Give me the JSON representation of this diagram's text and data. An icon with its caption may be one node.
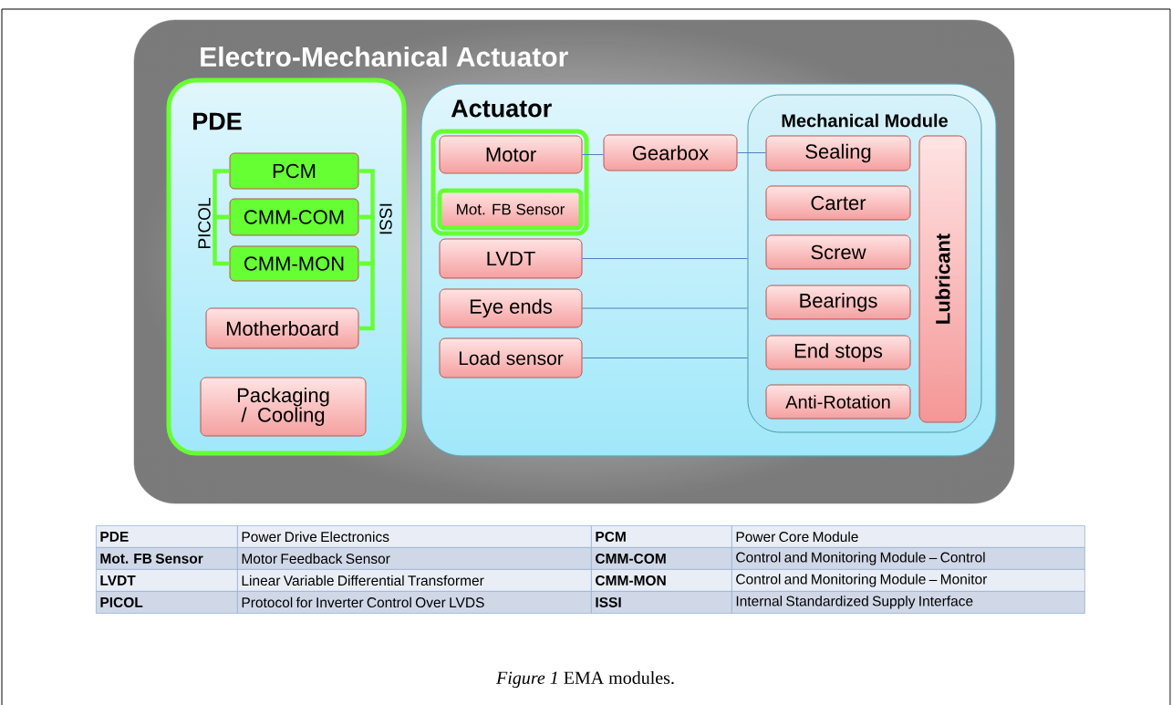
{
  "diagram": {
    "caption": "*Figure 1* EMA modules.",
    "nodes": [
      {
        "text": [
          "Electro-Mechanical Actuator"
        ]
      },
      {
        "text": [
          "PDE"
        ],
        "in": 0
      },
      {
        "text": [
          "PCM"
        ],
        "in": 1
      },
      {
        "text": [
          "CMM-COM"
        ],
        "in": 1
      },
      {
        "text": [
          "CMM-MON"
        ],
        "in": 1
      },
      {
        "text": [
          "Motherboard"
        ],
        "in": 1
      },
      {
        "text": [
          "Packaging / Cooling"
        ],
        "in": 1
      },
      {
        "text": [
          "Actuator"
        ],
        "in": 0
      },
      {
        "text": [],
        "shape": "box",
        "in": 7
      },
      {
        "text": [
          "Motor"
        ],
        "in": 8
      },
      {
        "text": [
          "Mot. FB Sensor"
        ],
        "in": 8
      },
      {
        "text": [
          "LVDT"
        ],
        "in": 7
      },
      {
        "text": [
          "Eye ends"
        ],
        "in": 7
      },
      {
        "text": [
          "Load sensor"
        ],
        "in": 7
      },
      {
        "text": [
          "Gearbox"
        ],
        "in": 7
      },
      {
        "text": [
          "Mechanical Module"
        ],
        "in": 7
      },
      {
        "text": [
          "Sealing"
        ],
        "in": 15
      },
      {
        "text": [
          "Carter"
        ],
        "in": 15
      },
      {
        "text": [
          "Screw"
        ],
        "in": 15
      },
      {
        "text": [
          "Bearings"
        ],
        "in": 15
      },
      {
        "text": [
          "End stops"
        ],
        "in": 15
      },
      {
        "text": [
          "Anti-Rotation"
        ],
        "in": 15
      },
      {
        "text": [
          "Lubricant"
        ],
        "in": 15
      }
    ],
    "edges": [
      {
        "from": 2,
        "to": 3,
        "arrow": "none",
        "style": "thick",
        "color": "#66ff33"
      },
      {
        "from": 3,
        "to": 4,
        "arrow": "none",
        "style": "thick",
        "color": "#66ff33",
        "label": "PICOL"
      },
      {
        "from": 2,
        "to": 3,
        "arrow": "none",
        "style": "thick",
        "color": "#66ff33",
        "label": "ISSI"
      },
      {
        "from": 3,
        "to": 4,
        "arrow": "none",
        "style": "thick",
        "color": "#66ff33"
      },
      {
        "from": 4,
        "to": 5,
        "arrow": "none",
        "style": "thick",
        "color": "#66ff33"
      },
      {
        "from": 9,
        "to": 14,
        "arrow": "none",
        "color": "#4f81bd"
      },
      {
        "from": 14,
        "to": 16,
        "arrow": "none",
        "color": "#4f81bd"
      },
      {
        "from": 11,
        "to": 15,
        "arrow": "none",
        "color": "#4f81bd"
      },
      {
        "from": 12,
        "to": 15,
        "arrow": "none",
        "color": "#4f81bd"
      },
      {
        "from": 13,
        "to": 15,
        "arrow": "none",
        "color": "#4f81bd"
      }
    ],
    "labels": [
      "PDE",
      "Power Drive Electronics",
      "PCM",
      "Power Core Module",
      "Mot. FB Sensor",
      "Motor Feedback Sensor",
      "CMM-COM",
      "Control and Monitoring Module – Control",
      "LVDT",
      "Linear Variable Differential Transformer",
      "CMM-MON",
      "Control and Monitoring Module – Monitor",
      "PICOL",
      "Protocol for Inverter Control Over LVDS",
      "ISSI",
      "Internal Standardized Supply Interface"
    ]
  }
}
